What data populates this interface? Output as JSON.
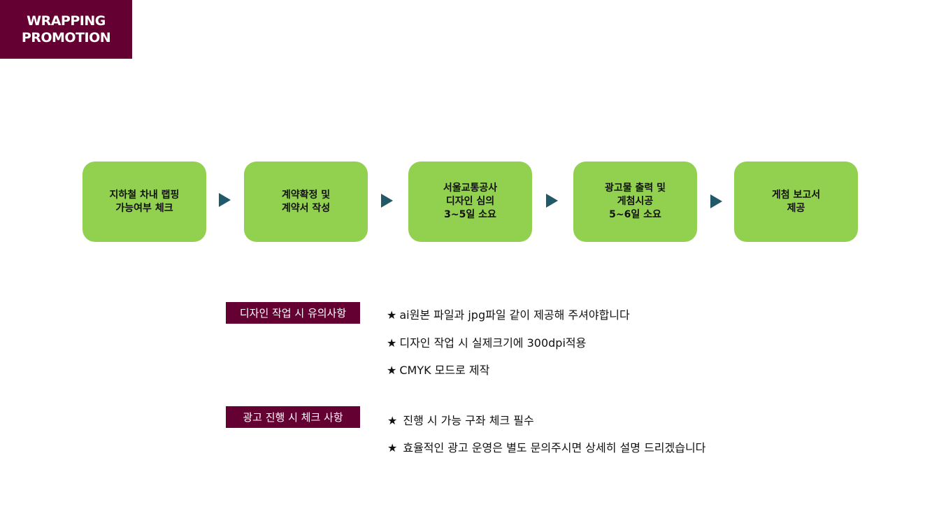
{
  "header": {
    "title_line1": "WRAPPING",
    "title_line2": "PROMOTION"
  },
  "steps": [
    {
      "lines": [
        "지하철 차내 랩핑",
        "가능여부 체크"
      ]
    },
    {
      "lines": [
        "계약확정 및",
        "계약서 작성"
      ]
    },
    {
      "lines": [
        "서울교통공사",
        "디자인 심의",
        "3~5일 소요"
      ]
    },
    {
      "lines": [
        "광고물 출력 및",
        "게첨시공",
        "5~6일 소요"
      ]
    },
    {
      "lines": [
        "게첨 보고서",
        "제공"
      ]
    }
  ],
  "design_notes": {
    "label": "디자인 작업 시 유의사항",
    "items": [
      "ai원본 파일과 jpg파일 같이 제공해 주셔야합니다",
      "디자인 작업 시 실제크기에 300dpi적용",
      "CMYK 모드로 제작"
    ]
  },
  "ad_notes": {
    "label": "광고 진행 시 체크 사항",
    "items": [
      "진행 시 가능 구좌 체크 필수",
      "효율적인 광고 운영은 별도 문의주시면 상세히 설명 드리겠습니다"
    ]
  },
  "bullet_glyph": "★",
  "colors": {
    "brand": "#650032",
    "step_fill": "#92d050",
    "arrow": "#215968"
  }
}
